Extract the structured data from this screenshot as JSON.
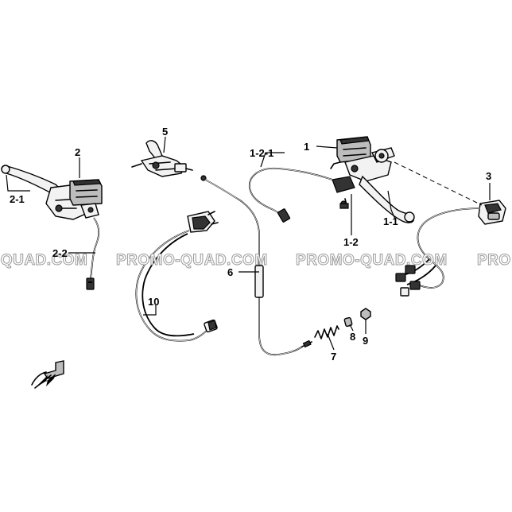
{
  "watermark": {
    "text_1": "-QUAD.COM",
    "text_2": "PROMO-QUAD.COM",
    "text_3": "PROMO-QUAD.COM",
    "text_4": "PRO"
  },
  "labels": {
    "l_1": "1",
    "l_1_1": "1-1",
    "l_1_2": "1-2",
    "l_1_2_1": "1-2-1",
    "l_2": "2",
    "l_2_1": "2-1",
    "l_2_2": "2-2",
    "l_3": "3",
    "l_5": "5",
    "l_6": "6",
    "l_7": "7",
    "l_8": "8",
    "l_9": "9",
    "l_10": "10"
  }
}
